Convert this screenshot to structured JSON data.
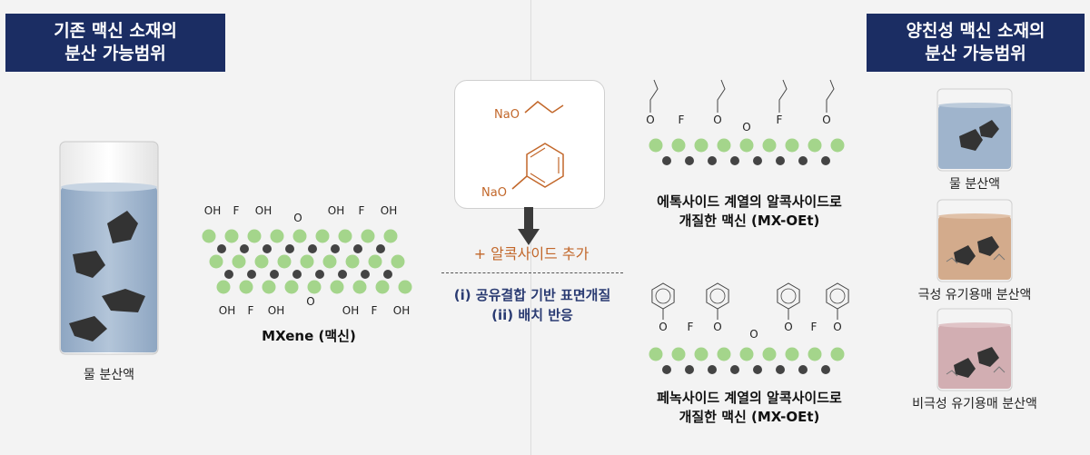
{
  "left_title": [
    "기존 맥신 소재의",
    "분산 가능범위"
  ],
  "right_title": [
    "양친성 맥신 소재의",
    "분산 가능범위"
  ],
  "left_beaker_label": "물 분산액",
  "mxene": {
    "label": "MXene (맥신)",
    "top_groups": [
      "OH",
      "F",
      "OH",
      "O",
      "OH",
      "F",
      "OH"
    ],
    "bottom_groups": [
      "OH",
      "F",
      "OH",
      "O",
      "OH",
      "F",
      "OH"
    ]
  },
  "reagents": {
    "ethoxide_label": "NaO",
    "phenoxide_label": "NaO"
  },
  "reaction": {
    "add_text": "+ 알콕사이드 추가",
    "conditions": [
      "(i) 공유결합 기반 표면개질",
      "(ii) 배치 반응"
    ]
  },
  "product_top": {
    "groups": [
      "O",
      "F",
      "O",
      "O",
      "F",
      "O"
    ],
    "caption": [
      "에톡사이드 계열의 알콕사이드로",
      "개질한 맥신 (MX-OEt)"
    ]
  },
  "product_bottom": {
    "groups": [
      "O",
      "F",
      "O",
      "O",
      "O",
      "F",
      "O"
    ],
    "caption": [
      "페녹사이드 계열의 알콕사이드로",
      "개질한 맥신 (MX-OEt)"
    ]
  },
  "right_beakers": [
    "물 분산액",
    "극성 유기용매 분산액",
    "비극성 유기용매 분산액"
  ],
  "colors": {
    "title_bg": "#1b2d63",
    "green_atom": "#a4d58b",
    "dark_atom": "#444444",
    "reagent_orange": "#c2672a",
    "water": "#9fb4cc",
    "polar": "#d3ab8c",
    "nonpolar": "#d2aeb2"
  }
}
